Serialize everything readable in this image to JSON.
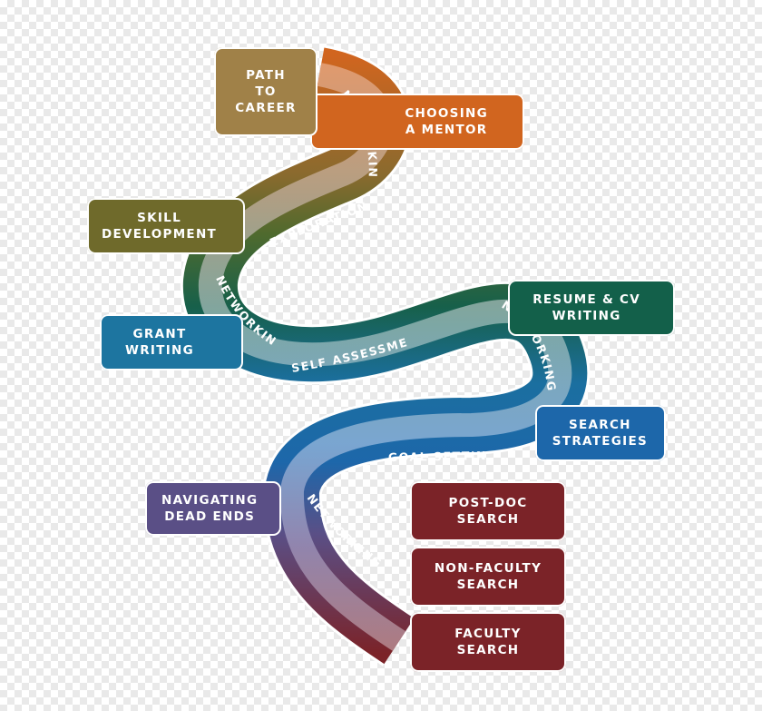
{
  "steps": {
    "path_to_career": "PATH\nTO\nCAREER",
    "choosing_mentor": "CHOOSING\nA MENTOR",
    "skill_development": "SKILL\nDEVELOPMENT",
    "grant_writing": "GRANT\nWRITING",
    "resume_cv": "RESUME & CV\nWRITING",
    "search_strategies": "SEARCH\nSTRATEGIES",
    "navigating_dead_ends": "NAVIGATING\nDEAD ENDS",
    "postdoc_search": "POST-DOC\nSEARCH",
    "nonfaculty_search": "NON-FACULTY\nSEARCH",
    "faculty_search": "FACULTY\nSEARCH"
  },
  "road_labels": {
    "networking": "NETWORKING",
    "exploration": "EXPLORATION",
    "self_assessment": "SELF ASSESSMENT",
    "goal_setting": "GOAL SETTING"
  },
  "colors": {
    "gold": "#a08148",
    "orange": "#d1651f",
    "olive": "#6f6a2b",
    "green": "#13604a",
    "teal": "#1d75a0",
    "blue": "#1d67aa",
    "purple": "#5a4f86",
    "maroon": "#7b2328"
  }
}
